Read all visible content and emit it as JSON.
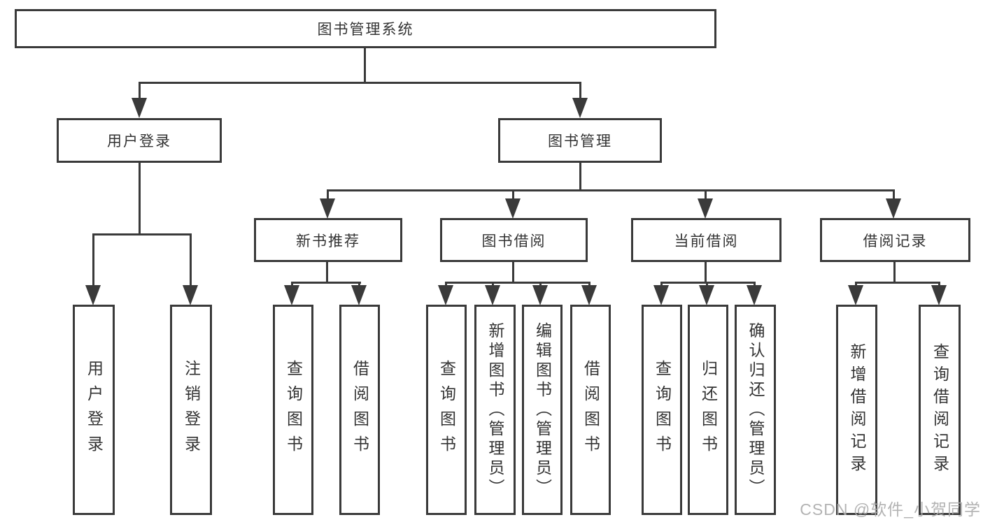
{
  "diagram": {
    "root": {
      "label": "图书管理系统"
    },
    "level2": [
      {
        "label": "用户登录"
      },
      {
        "label": "图书管理"
      }
    ],
    "level3": [
      {
        "label": "新书推荐"
      },
      {
        "label": "图书借阅"
      },
      {
        "label": "当前借阅"
      },
      {
        "label": "借阅记录"
      }
    ],
    "leaves": {
      "user_login": [
        "用户登录",
        "注销登录"
      ],
      "new_book": [
        "查询图书",
        "借阅图书"
      ],
      "book_borrow": [
        "查询图书",
        "新增图书（管理员）",
        "编辑图书（管理员）",
        "借阅图书"
      ],
      "current_borrow": [
        "查询图书",
        "归还图书",
        "确认归还（管理员）"
      ],
      "borrow_record": [
        "新增借阅记录",
        "查询借阅记录"
      ]
    },
    "colors": {
      "line": "#3a3a3a",
      "text": "#333333",
      "watermark": "#adadad"
    }
  },
  "watermark": {
    "text": "CSDN @软件_小贺同学"
  }
}
